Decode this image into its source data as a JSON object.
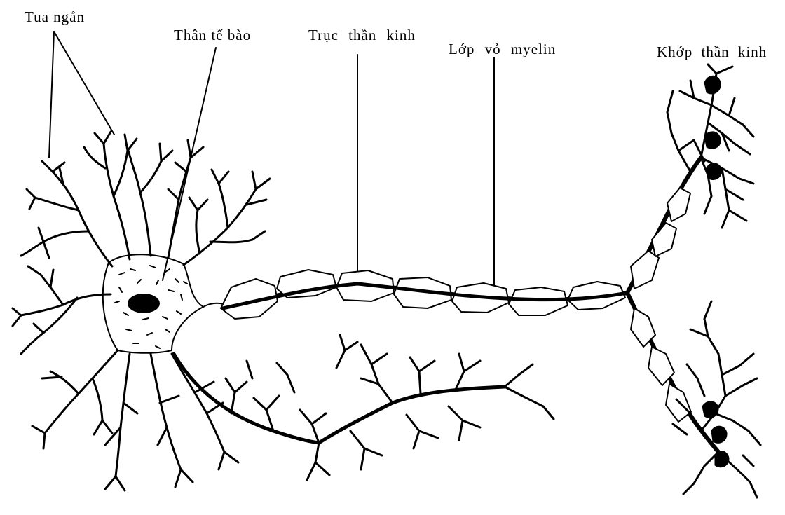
{
  "labels": {
    "dendrites": "Tua ngắn",
    "cell_body": "Thân tế bào",
    "axon": "Trục thần kinh",
    "myelin": "Lớp vỏ myelin",
    "synapse": "Khớp thần kinh"
  }
}
